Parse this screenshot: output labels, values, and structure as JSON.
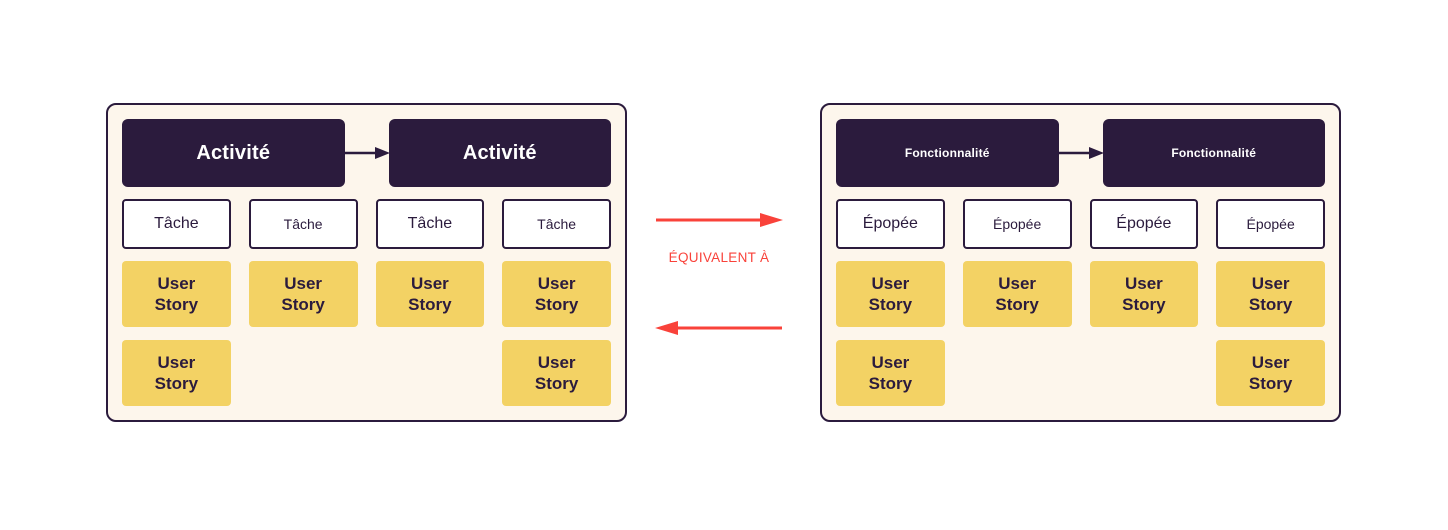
{
  "page": {
    "background": "#ffffff",
    "colors": {
      "dark": "#2b1b3d",
      "panel_bg": "#fdf6ec",
      "story_yellow": "#f3d264",
      "accent_red": "#f9423a",
      "box_white": "#ffffff"
    }
  },
  "panels": [
    {
      "id": "left",
      "name": "scrum-terminology-panel",
      "headers": [
        {
          "label": "Activité",
          "size": "big"
        },
        {
          "label": "Activité",
          "size": "big"
        }
      ],
      "header_arrow_icon": "arrow-right-icon",
      "subs": [
        {
          "label": "Tâche",
          "size": "lg"
        },
        {
          "label": "Tâche",
          "size": "sm"
        },
        {
          "label": "Tâche",
          "size": "lg"
        },
        {
          "label": "Tâche",
          "size": "sm"
        }
      ],
      "stories": [
        [
          {
            "label": "User Story",
            "present": true
          },
          {
            "label": "User Story",
            "present": true
          },
          {
            "label": "User Story",
            "present": true
          },
          {
            "label": "User Story",
            "present": true
          }
        ],
        [
          {
            "label": "User Story",
            "present": true
          },
          {
            "label": "",
            "present": false
          },
          {
            "label": "",
            "present": false
          },
          {
            "label": "User Story",
            "present": true
          }
        ]
      ]
    },
    {
      "id": "right",
      "name": "safe-terminology-panel",
      "headers": [
        {
          "label": "Fonctionnalité",
          "size": "small"
        },
        {
          "label": "Fonctionnalité",
          "size": "small"
        }
      ],
      "header_arrow_icon": "arrow-right-icon",
      "subs": [
        {
          "label": "Épopée",
          "size": "lg"
        },
        {
          "label": "Épopée",
          "size": "sm"
        },
        {
          "label": "Épopée",
          "size": "lg"
        },
        {
          "label": "Épopée",
          "size": "sm"
        }
      ],
      "stories": [
        [
          {
            "label": "User Story",
            "present": true
          },
          {
            "label": "User Story",
            "present": true
          },
          {
            "label": "User Story",
            "present": true
          },
          {
            "label": "User Story",
            "present": true
          }
        ],
        [
          {
            "label": "User Story",
            "present": true
          },
          {
            "label": "",
            "present": false
          },
          {
            "label": "",
            "present": false
          },
          {
            "label": "User Story",
            "present": true
          }
        ]
      ]
    }
  ],
  "equivalence": {
    "label": "ÉQUIVALENT À",
    "arrow_top_icon": "arrow-right-icon",
    "arrow_bottom_icon": "arrow-left-icon",
    "color": "#f9423a"
  }
}
